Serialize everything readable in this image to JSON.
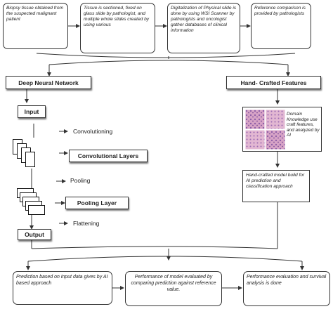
{
  "top_steps": [
    "Biopsy tissue obtained from the suspected malignant patient",
    "Tissue is sectioned, fixed on glass slide by pathologist, and multiple whole slides created by using various",
    "Digitalization of Physical slide is done by using WSI Scanner by pathologists and oncologist gather databases of clinical information",
    "Reference comparison is provided by pathologists"
  ],
  "branches": {
    "left_title": "Deep Neural Network",
    "right_title": "Hand- Crafted Features"
  },
  "dnn": {
    "input": "Input",
    "convolutioning": "Convolutioning",
    "conv_layers": "Convolutional Layers",
    "pooling": "Pooling",
    "pooling_layer": "Pooling Layer",
    "flattening": "Flattening",
    "output": "Output"
  },
  "handcrafted": {
    "domain_text": "Domain Knowledge use craft features, and analyzed by AI",
    "model_text": "Hand-crafted model build for AI prediction and classification approach"
  },
  "bottom_steps": [
    "Prediction based on input data gives by AI based approach",
    "Performance of model evaluated by comparing prediction against reference value.",
    "Performance evaluation and survival analysis is done"
  ],
  "colors": {
    "line": "#333333",
    "tissue_pink": "#d7a3c6",
    "tissue_purple": "#8e5ea8"
  }
}
